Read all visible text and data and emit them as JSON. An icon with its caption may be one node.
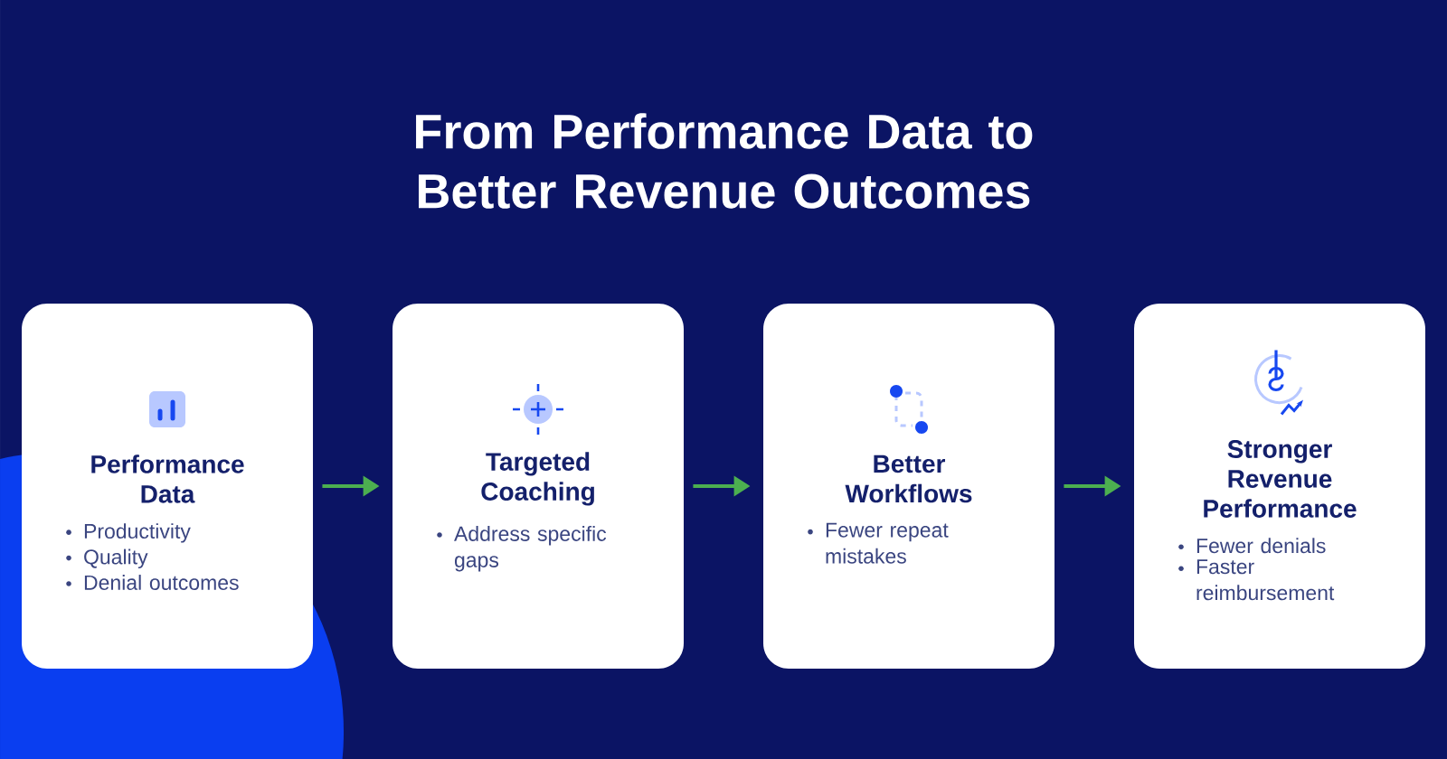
{
  "diagram": {
    "title": "From Performance Data to Better Revenue Outcomes",
    "nodes": [
      {
        "text": [
          "Performance Data",
          "Productivity",
          "Quality",
          "Denial outcomes"
        ]
      },
      {
        "text": [
          "Targeted Coaching",
          "Address specific gaps"
        ]
      },
      {
        "text": [
          "Better Workflows",
          "Fewer repeat mistakes"
        ]
      },
      {
        "text": [
          "Stronger Revenue Performance",
          "Fewer denials",
          "Faster reimbursement"
        ]
      }
    ],
    "edges": [
      {
        "from": 0,
        "to": 1,
        "arrow": "to"
      },
      {
        "from": 1,
        "to": 2,
        "arrow": "to"
      },
      {
        "from": 2,
        "to": 3,
        "arrow": "to"
      }
    ]
  }
}
